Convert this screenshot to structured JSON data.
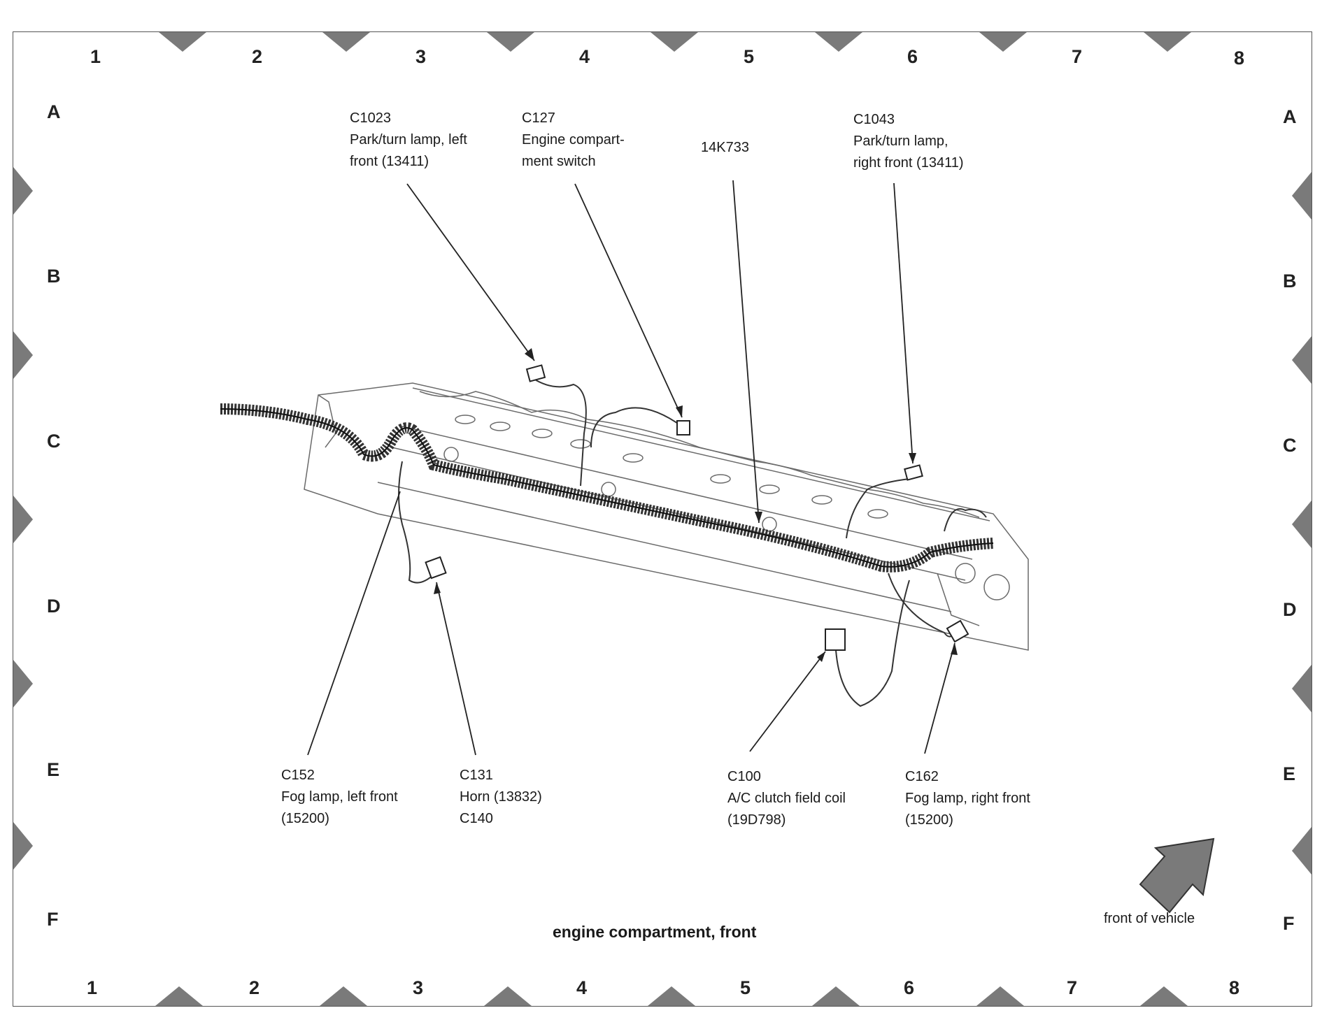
{
  "grid": {
    "columns": [
      "1",
      "2",
      "3",
      "4",
      "5",
      "6",
      "7",
      "8"
    ],
    "rows": [
      "A",
      "B",
      "C",
      "D",
      "E",
      "F"
    ]
  },
  "callouts": {
    "c1023": {
      "id": "C1023",
      "line1": "Park/turn lamp, left",
      "line2": "front (13411)"
    },
    "c127": {
      "id": "C127",
      "line1": "Engine compart-",
      "line2": "ment switch"
    },
    "k14k733": {
      "id": "14K733"
    },
    "c1043": {
      "id": "C1043",
      "line1": "Park/turn lamp,",
      "line2": "right front (13411)"
    },
    "c152": {
      "id": "C152",
      "line1": "Fog lamp, left front",
      "line2": "(15200)"
    },
    "c131": {
      "id": "C131",
      "line1": "Horn (13832)",
      "line2": "C140"
    },
    "c100": {
      "id": "C100",
      "line1": "A/C clutch field coil",
      "line2": "(19D798)"
    },
    "c162": {
      "id": "C162",
      "line1": "Fog lamp, right front",
      "line2": "(15200)"
    }
  },
  "caption": "engine compartment, front",
  "front_label": "front of vehicle",
  "colors": {
    "marker": "#7a7a7a",
    "line": "#222222",
    "harness": "#333333"
  }
}
